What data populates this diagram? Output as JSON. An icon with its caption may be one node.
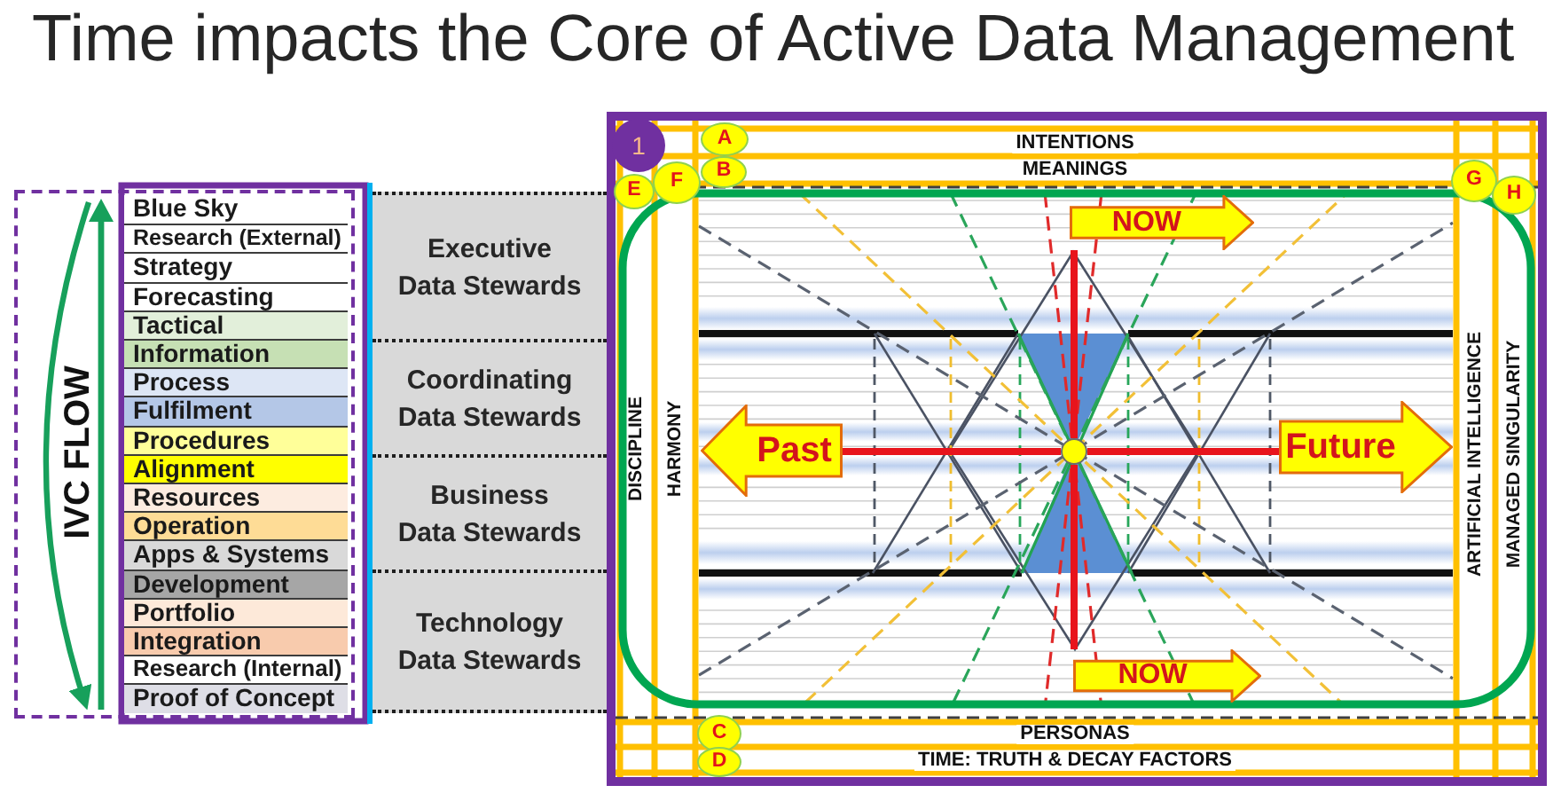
{
  "diagram": {
    "title": "Time impacts the Core of Active Data Management",
    "nodes": [
      {
        "text": [
          "IVC FLOW"
        ]
      },
      {
        "text": [
          "Blue Sky"
        ],
        "in": 0
      },
      {
        "text": [
          "Research (External)"
        ],
        "in": 0
      },
      {
        "text": [
          "Strategy"
        ],
        "in": 0
      },
      {
        "text": [
          "Forecasting"
        ],
        "in": 0
      },
      {
        "text": [
          "Tactical"
        ],
        "in": 0
      },
      {
        "text": [
          "Information"
        ],
        "in": 0
      },
      {
        "text": [
          "Process"
        ],
        "in": 0
      },
      {
        "text": [
          "Fulfilment"
        ],
        "in": 0
      },
      {
        "text": [
          "Procedures"
        ],
        "in": 0
      },
      {
        "text": [
          "Alignment"
        ],
        "in": 0
      },
      {
        "text": [
          "Resources"
        ],
        "in": 0
      },
      {
        "text": [
          "Operation"
        ],
        "in": 0
      },
      {
        "text": [
          "Apps & Systems"
        ],
        "in": 0
      },
      {
        "text": [
          "Development"
        ],
        "in": 0
      },
      {
        "text": [
          "Portfolio"
        ],
        "in": 0
      },
      {
        "text": [
          "Integration"
        ],
        "in": 0
      },
      {
        "text": [
          "Research (Internal)"
        ],
        "in": 0
      },
      {
        "text": [
          "Proof of Concept"
        ],
        "in": 0
      },
      {
        "text": [
          "Executive Data Stewards"
        ]
      },
      {
        "text": [
          "Coordinating Data Stewards"
        ]
      },
      {
        "text": [
          "Business Data Stewards"
        ]
      },
      {
        "text": [
          "Technology Data Stewards"
        ]
      },
      {
        "text": [],
        "shape": "box"
      },
      {
        "text": [
          "1"
        ],
        "in": 23
      },
      {
        "text": [
          "A"
        ],
        "in": 23
      },
      {
        "text": [
          "INTENTIONS"
        ],
        "in": 23
      },
      {
        "text": [
          "B"
        ],
        "in": 23
      },
      {
        "text": [
          "MEANINGS"
        ],
        "in": 23
      },
      {
        "text": [
          "E"
        ],
        "in": 23
      },
      {
        "text": [
          "F"
        ],
        "in": 23
      },
      {
        "text": [
          "G"
        ],
        "in": 23
      },
      {
        "text": [
          "H"
        ],
        "in": 23
      },
      {
        "text": [
          "DISCIPLINE"
        ],
        "in": 23
      },
      {
        "text": [
          "HARMONY"
        ],
        "in": 23
      },
      {
        "text": [
          "NOW"
        ],
        "in": 23
      },
      {
        "text": [
          "Past"
        ],
        "in": 23
      },
      {
        "text": [],
        "shape": "circle",
        "in": 23
      },
      {
        "text": [
          "Future"
        ],
        "in": 23
      },
      {
        "text": [
          "ARTIFICIAL INTELLIGENCE"
        ],
        "in": 23
      },
      {
        "text": [
          "MANAGED SINGULARITY"
        ],
        "in": 23
      },
      {
        "text": [
          "NOW"
        ],
        "in": 23
      },
      {
        "text": [
          "C"
        ],
        "in": 23
      },
      {
        "text": [
          "PERSONAS"
        ],
        "in": 23
      },
      {
        "text": [
          "D"
        ],
        "in": 23
      },
      {
        "text": [
          "TIME: TRUTH & DECAY FACTORS"
        ],
        "in": 23
      }
    ],
    "edges": [
      {
        "from": 37,
        "to": 35,
        "arrow": "none"
      },
      {
        "from": 37,
        "to": 36,
        "arrow": "none"
      },
      {
        "from": 37,
        "to": 38,
        "arrow": "none"
      },
      {
        "from": 37,
        "to": 41,
        "arrow": "none"
      }
    ]
  }
}
